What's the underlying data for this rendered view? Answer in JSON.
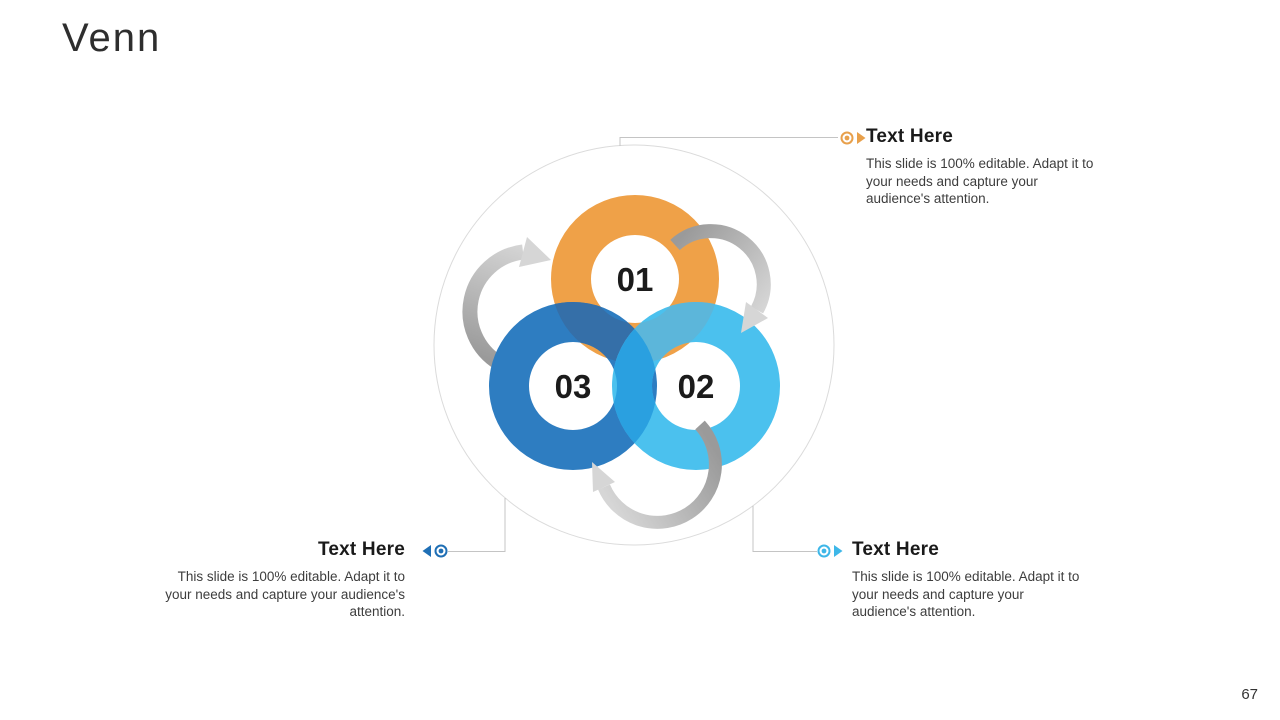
{
  "slide": {
    "title": "Venn",
    "page_number": "67",
    "background": "#FFFFFF"
  },
  "venn": {
    "outer_ring_color": "#DBDBDB",
    "connector_color": "#C4C4C4",
    "number_color": "#1B1B1B",
    "segments": [
      {
        "label": "01",
        "color": "#EFA148"
      },
      {
        "label": "02",
        "color": "#4BC1EE"
      },
      {
        "label": "03",
        "color": "#2E7DC1"
      }
    ],
    "overlaps": {
      "dark_over_orange": "#356FA8",
      "light_over_orange": "#5CB6DA",
      "light_over_dark": "#2AA0E0"
    },
    "arrow_gradient": {
      "start": "#9A9A9A",
      "end": "#D6D6D6"
    }
  },
  "callouts": [
    {
      "id": "top-right",
      "heading": "Text Here",
      "body": "This slide is 100% editable. Adapt it to your needs and capture your audience's attention.",
      "accent": "#E8A04B"
    },
    {
      "id": "bottom-left",
      "heading": "Text Here",
      "body": "This slide is 100% editable. Adapt it to your needs and capture your audience's attention.",
      "accent": "#1F6FB5"
    },
    {
      "id": "bottom-right",
      "heading": "Text Here",
      "body": "This slide is 100% editable. Adapt it to your needs and capture your audience's attention.",
      "accent": "#3EB7E8"
    }
  ]
}
